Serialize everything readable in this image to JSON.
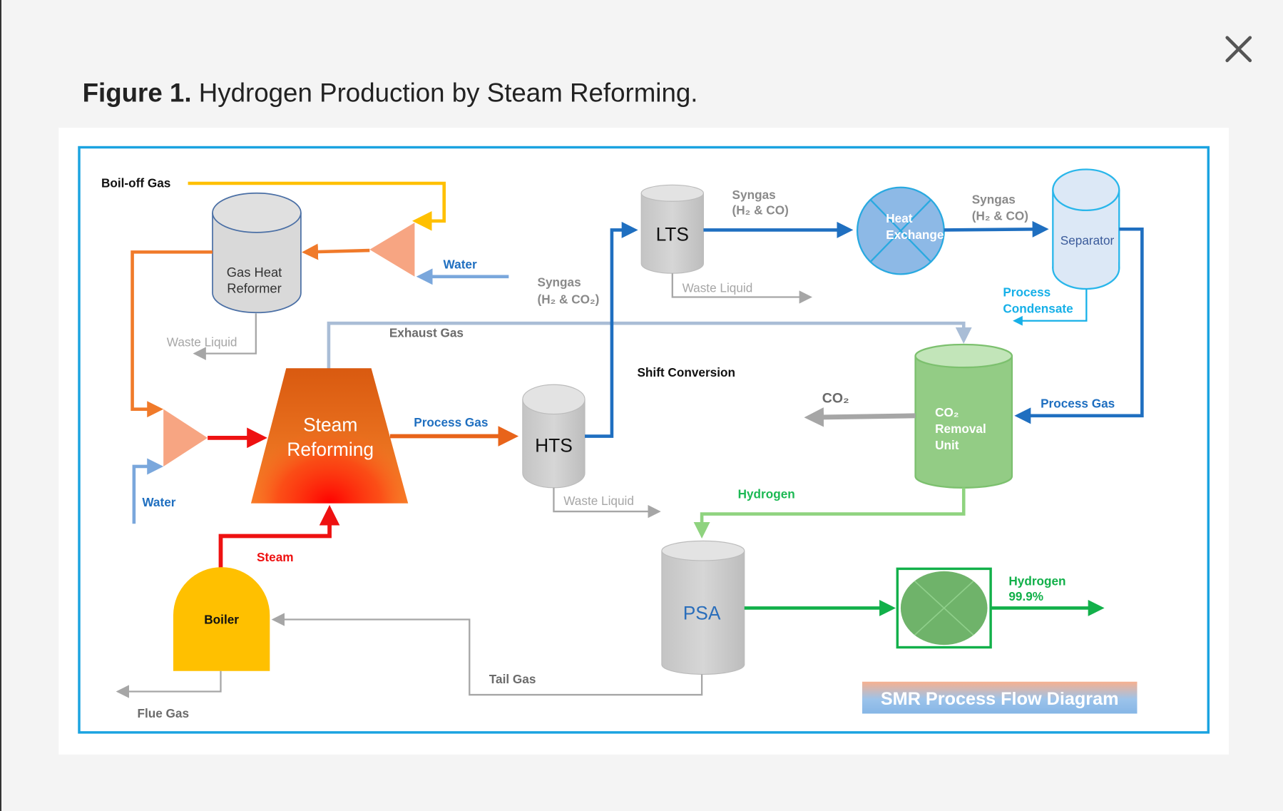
{
  "modal": {
    "title_bold": "Figure 1.",
    "title_rest": " Hydrogen Production by Steam Reforming.",
    "close_icon": "close-icon"
  },
  "diagram": {
    "boil_off_gas": "Boil-off Gas",
    "water_top": "Water",
    "water_left": "Water",
    "gas_heat_reformer": [
      "Gas Heat",
      "Reformer"
    ],
    "waste_liquid_1": "Waste Liquid",
    "waste_liquid_2": "Waste Liquid",
    "waste_liquid_3": "Waste Liquid",
    "exhaust_gas": "Exhaust Gas",
    "steam_reforming": [
      "Steam",
      "Reforming"
    ],
    "process_gas_1": "Process Gas",
    "process_gas_2": "Process Gas",
    "hts": "HTS",
    "lts": "LTS",
    "syngas_co2": [
      "Syngas",
      "(H₂ & CO₂)"
    ],
    "syngas_co_1": [
      "Syngas",
      "(H₂ & CO)"
    ],
    "syngas_co_2": [
      "Syngas",
      "(H₂ & CO)"
    ],
    "heat_exchange": [
      "Heat",
      "Exchange"
    ],
    "separator": "Separator",
    "process_condensate": [
      "Process",
      "Condensate"
    ],
    "shift_conversion": "Shift Conversion",
    "co2": "CO₂",
    "co2_removal_unit": [
      "CO₂",
      "Removal",
      "Unit"
    ],
    "hydrogen_1": "Hydrogen",
    "hydrogen_2": [
      "Hydrogen",
      "99.9%"
    ],
    "psa": "PSA",
    "steam": "Steam",
    "boiler": "Boiler",
    "tail_gas": "Tail Gas",
    "flue_gas": "Flue Gas",
    "banner": "SMR Process Flow Diagram",
    "colors": {
      "frame": "#1aa3e0",
      "blue_flow": "#1f6fc0",
      "orange_flow": "#f07a2a",
      "red_flow": "#ee1111",
      "yellow_flow": "#ffc000",
      "green_flow": "#12b04a",
      "light_green_flow": "#8fd37f",
      "gray_flow": "#a6a6a6"
    }
  }
}
